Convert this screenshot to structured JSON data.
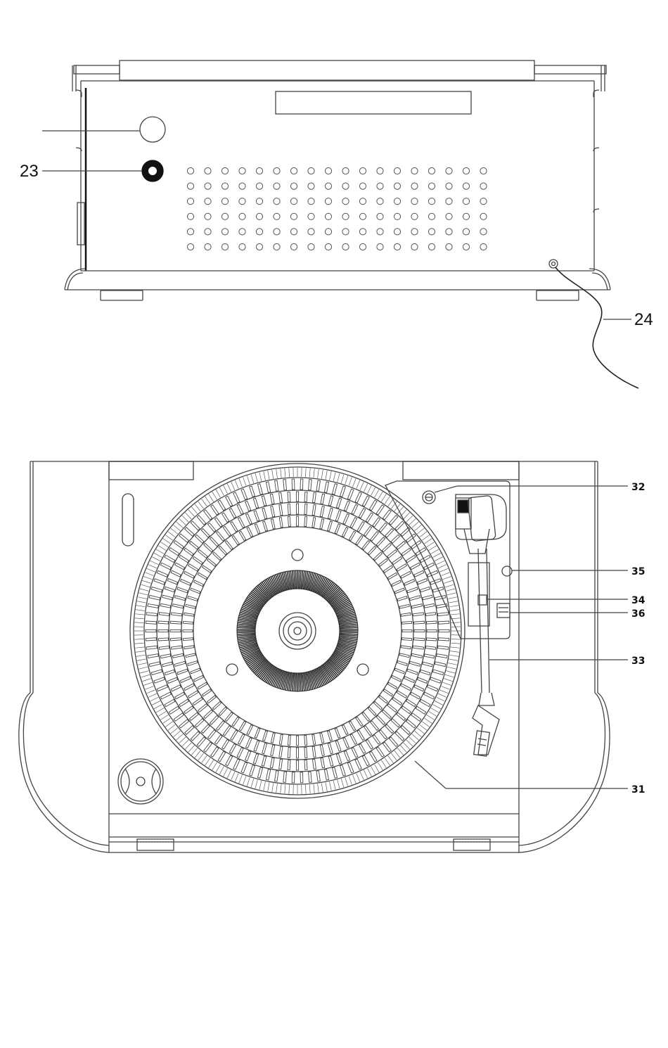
{
  "back_view": {
    "callouts": [
      {
        "id": "23",
        "label": "23",
        "part": "round-jack"
      },
      {
        "id": "24",
        "label": "24",
        "part": "power-cord"
      }
    ]
  },
  "top_view": {
    "callouts": [
      {
        "id": "32",
        "label": "32",
        "part": "arm-lift-screw"
      },
      {
        "id": "35",
        "label": "35",
        "part": "arm-lift-lever"
      },
      {
        "id": "34",
        "label": "34",
        "part": "arm-clip"
      },
      {
        "id": "36",
        "label": "36",
        "part": "speed-selector"
      },
      {
        "id": "33",
        "label": "33",
        "part": "tone-arm"
      },
      {
        "id": "31",
        "label": "31",
        "part": "turntable-platter"
      }
    ]
  },
  "colors": {
    "line": "#444444",
    "ink": "#111111",
    "background": "#ffffff"
  }
}
